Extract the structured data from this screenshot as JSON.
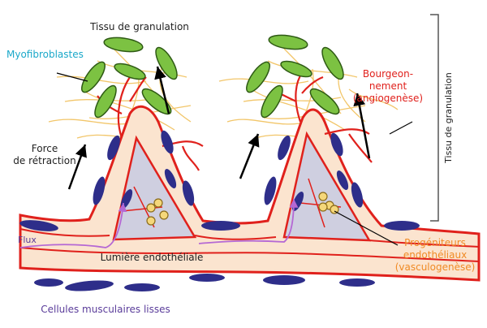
{
  "labels": {
    "tissu_top": "Tissu de granulation",
    "myofibroblastes": "Myofibroblastes",
    "force_line1": "Force",
    "force_line2": "de rétraction",
    "bourgeon_line1": "Bourgeon-",
    "bourgeon_line2": "nement",
    "bourgeon_line3": "(angiogenèse)",
    "tissu_right": "Tissu de granulation",
    "flux": "Flux",
    "lumiere": "Lumière endothéliale",
    "progen_line1": "Progéniteurs",
    "progen_line2": "endothéliaux",
    "progen_line3": "(vasculogenèse)",
    "cellules": "Cellules musculaires lisses"
  },
  "colors": {
    "vessel_fill": "#fbe4cf",
    "vessel_outline": "#e0211c",
    "myofibroblast": "#7cc242",
    "smooth_muscle": "#2e2e8a",
    "fibers": "#f2c66a",
    "core": "#cfcfe0",
    "progenitor": "#f5d77a",
    "label_cyan": "#1aa8c9",
    "label_red": "#e0211c",
    "label_orange": "#f08a24",
    "label_purple": "#5a3c9a",
    "flux_arrow": "#b568d4"
  }
}
